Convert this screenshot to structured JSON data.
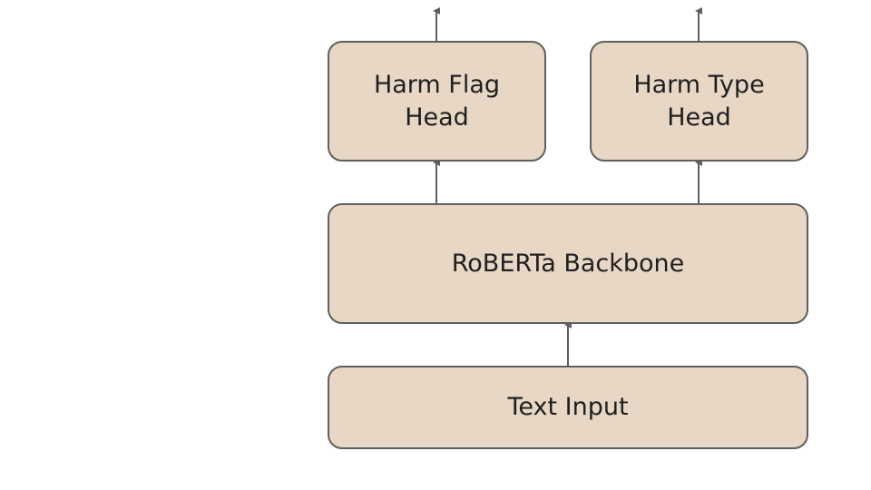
{
  "colors": {
    "box_fill": "#e8d7c5",
    "box_border": "#5f5f5f",
    "arrow": "#5f5f5f",
    "text": "#1f1f1f",
    "background": "#ffffff"
  },
  "nodes": {
    "harm_flag_head": "Harm Flag\nHead",
    "harm_type_head": "Harm Type\nHead",
    "roberta_backbone": "RoBERTa Backbone",
    "text_input": "Text Input"
  },
  "edges": [
    {
      "from": "text_input",
      "to": "roberta_backbone"
    },
    {
      "from": "roberta_backbone",
      "to": "harm_flag_head"
    },
    {
      "from": "roberta_backbone",
      "to": "harm_type_head"
    },
    {
      "from": "harm_flag_head",
      "to": "output"
    },
    {
      "from": "harm_type_head",
      "to": "output"
    }
  ]
}
